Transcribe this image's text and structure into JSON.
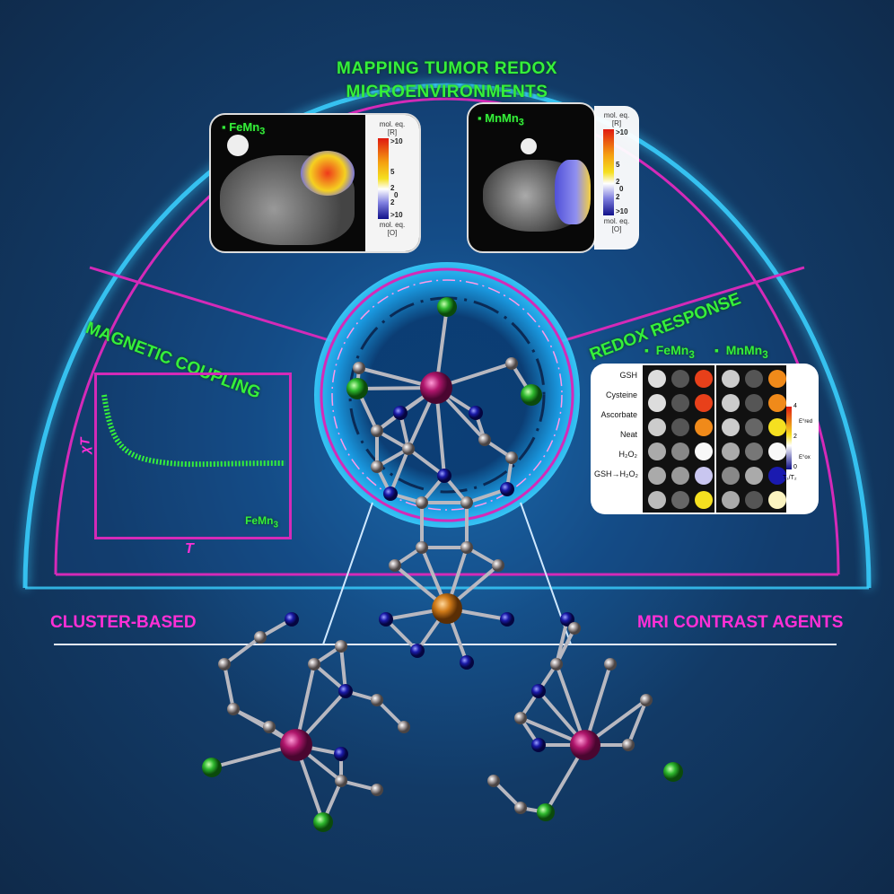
{
  "title": {
    "line1": "MAPPING TUMOR REDOX",
    "line2": "MICROENVIRONMENTS"
  },
  "mri_panels": [
    {
      "label": "FeMn",
      "sub": "3"
    },
    {
      "label": "MnMn",
      "sub": "3"
    }
  ],
  "legend": {
    "top_label": "mol. eq.",
    "top_unit": "[R]",
    "bottom_label": "mol. eq.",
    "bottom_unit": "[O]",
    "ticks": [
      ">10",
      "5",
      "2",
      "0",
      "2",
      ">10"
    ]
  },
  "magnetic": {
    "title": "MAGNETIC COUPLING",
    "y_label": "χT",
    "x_label": "T",
    "series_label": "FeMn",
    "series_sub": "3"
  },
  "redox": {
    "title": "REDOX RESPONSE",
    "headers": [
      {
        "label": "FeMn",
        "sub": "3"
      },
      {
        "label": "MnMn",
        "sub": "3"
      }
    ],
    "rows": [
      "GSH",
      "Cysteine",
      "Ascorbate",
      "Neat",
      "H₂O₂",
      "GSH→H₂O₂"
    ],
    "scale": {
      "max": "4",
      "mid": "2",
      "min": "0",
      "red_label": "E°red",
      "ox_label": "E°ox",
      "unit": "T₁/T₂"
    },
    "colors": {
      "red": "#e8401a",
      "orange": "#f08a1a",
      "yellow": "#f5e020",
      "white": "#f8f8f8",
      "lilac": "#c9c6f0",
      "blue": "#1a1ab0",
      "cream": "#fbf3c0"
    }
  },
  "bottom": {
    "left": "CLUSTER-BASED",
    "right": "MRI CONTRAST AGENTS"
  },
  "colors": {
    "accent_green": "#35f03a",
    "accent_magenta": "#ff2fd6",
    "arch_cyan": "#3ad0ff"
  }
}
